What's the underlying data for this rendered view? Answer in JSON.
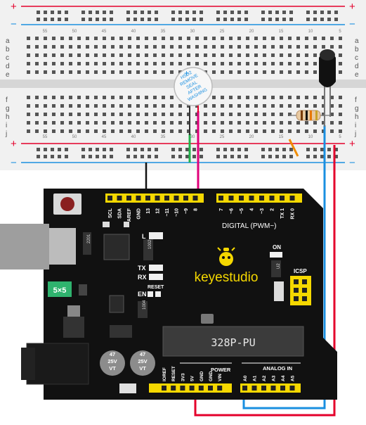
{
  "breadboard": {
    "rail_plus": "+",
    "rail_minus": "−",
    "row_letters_top": [
      "a",
      "b",
      "c",
      "d",
      "e"
    ],
    "row_letters_bottom": [
      "f",
      "g",
      "h",
      "i",
      "j"
    ],
    "column_numbers": [
      "55",
      "50",
      "45",
      "40",
      "35",
      "30",
      "25",
      "20",
      "15",
      "10",
      "5"
    ]
  },
  "buzzer": {
    "line1": "HSD2",
    "line2": "REMOVE",
    "line3": "SEAL",
    "line4": "AFTER",
    "line5": "WASHING",
    "polarity": "+"
  },
  "board": {
    "brand": "keyestudio",
    "chip_label": "328P-PU",
    "digital_label": "DIGITAL (PWM~)",
    "power_label": "POWER",
    "analog_label": "ANALOG IN",
    "icsp_label": "ICSP",
    "on_label": "ON",
    "l_label": "L",
    "tx_label": "TX",
    "rx_label": "RX",
    "en_label": "EN",
    "reset_label": "RESET",
    "fuse_label": "5×5",
    "small_chip_label": "U2",
    "chip_1_label": "1002",
    "chip_2_label": "2201",
    "chip_3_label": "1004",
    "cap1": [
      "47",
      "25V",
      "VT"
    ],
    "cap2": [
      "47",
      "25V",
      "VT"
    ],
    "top_header_pins": [
      "SCL",
      "SDA",
      "AREF",
      "GND",
      "13",
      "12",
      "~11",
      "~10",
      "~9",
      "8",
      "7",
      "~6",
      "~5",
      "4",
      "~3",
      "2",
      "TX 1",
      "RX 0"
    ],
    "tx_arrow": "TX",
    "rx_arrow": "RX",
    "power_pins": [
      "IOREF",
      "RESET",
      "3V3",
      "5V",
      "GND",
      "GND",
      "VIN"
    ],
    "analog_pins": [
      "A0",
      "A1",
      "A2",
      "A3",
      "A4",
      "A5"
    ]
  },
  "colors": {
    "board": "#111111",
    "header": "#f5d800",
    "wire_red": "#e4002b",
    "wire_blue": "#1a8fe0",
    "wire_magenta": "#e0007a",
    "wire_green": "#22b14c",
    "wire_black": "#111111",
    "wire_orange": "#f08c00",
    "rail_red": "#e4002b",
    "rail_blue": "#1a8fe0",
    "breadboard": "#f2f2f2"
  }
}
